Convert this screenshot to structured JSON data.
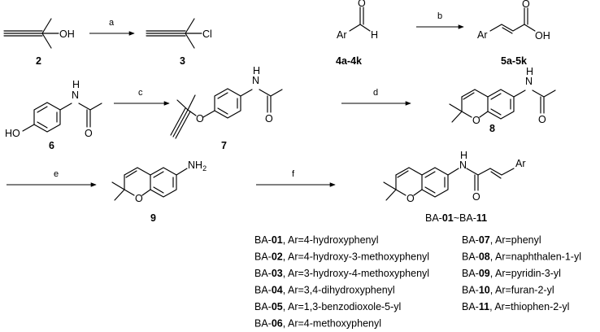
{
  "steps": [
    "a",
    "b",
    "c",
    "d",
    "e",
    "f"
  ],
  "atoms": {
    "oh": "OH",
    "cl": "Cl",
    "o": "O",
    "h": "H",
    "ar": "Ar",
    "ho": "HO",
    "nh2": "NH",
    "nh2_sub": "2",
    "n": "N"
  },
  "compounds": {
    "c2": "2",
    "c3": "3",
    "c4": "4a-4k",
    "c5": "5a-5k",
    "c6": "6",
    "c7": "7",
    "c8": "8",
    "c9": "9"
  },
  "final_label": {
    "pre": "BA-",
    "n1": "01",
    "mid": "~BA-",
    "n2": "11"
  },
  "legend_left": [
    {
      "code": "01",
      "ar": "4-hydroxyphenyl"
    },
    {
      "code": "02",
      "ar": "4-hydroxy-3-methoxyphenyl"
    },
    {
      "code": "03",
      "ar": "3-hydroxy-4-methoxyphenyl"
    },
    {
      "code": "04",
      "ar": "3,4-dihydroxyphenyl"
    },
    {
      "code": "05",
      "ar": "1,3-benzodioxole-5-yl"
    },
    {
      "code": "06",
      "ar": "4-methoxyphenyl"
    }
  ],
  "legend_right": [
    {
      "code": "07",
      "ar": "phenyl"
    },
    {
      "code": "08",
      "ar": "naphthalen-1-yl"
    },
    {
      "code": "09",
      "ar": "pyridin-3-yl"
    },
    {
      "code": "10",
      "ar": "furan-2-yl"
    },
    {
      "code": "11",
      "ar": "thiophen-2-yl"
    }
  ]
}
